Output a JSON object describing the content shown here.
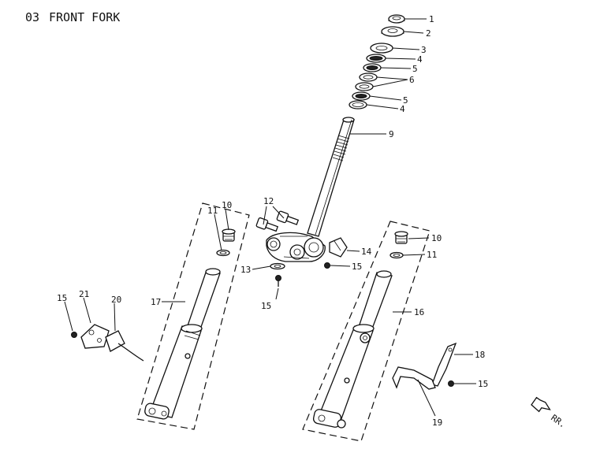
{
  "header": {
    "section_number": "03",
    "section_title": "FRONT FORK"
  },
  "callouts": [
    {
      "id": "c1",
      "label": "1"
    },
    {
      "id": "c2",
      "label": "2"
    },
    {
      "id": "c3",
      "label": "3"
    },
    {
      "id": "c4a",
      "label": "4"
    },
    {
      "id": "c5a",
      "label": "5"
    },
    {
      "id": "c6",
      "label": "6"
    },
    {
      "id": "c5b",
      "label": "5"
    },
    {
      "id": "c4b",
      "label": "4"
    },
    {
      "id": "c9",
      "label": "9"
    },
    {
      "id": "c12",
      "label": "12"
    },
    {
      "id": "c10a",
      "label": "10"
    },
    {
      "id": "c11a",
      "label": "11"
    },
    {
      "id": "c10b",
      "label": "10"
    },
    {
      "id": "c11b",
      "label": "11"
    },
    {
      "id": "c14",
      "label": "14"
    },
    {
      "id": "c15a",
      "label": "15"
    },
    {
      "id": "c13",
      "label": "13"
    },
    {
      "id": "c15b",
      "label": "15"
    },
    {
      "id": "c17",
      "label": "17"
    },
    {
      "id": "c16",
      "label": "16"
    },
    {
      "id": "c15c",
      "label": "15"
    },
    {
      "id": "c21",
      "label": "21"
    },
    {
      "id": "c20",
      "label": "20"
    },
    {
      "id": "c18",
      "label": "18"
    },
    {
      "id": "c15d",
      "label": "15"
    },
    {
      "id": "c19",
      "label": "19"
    }
  ],
  "direction": {
    "label": "RR."
  }
}
